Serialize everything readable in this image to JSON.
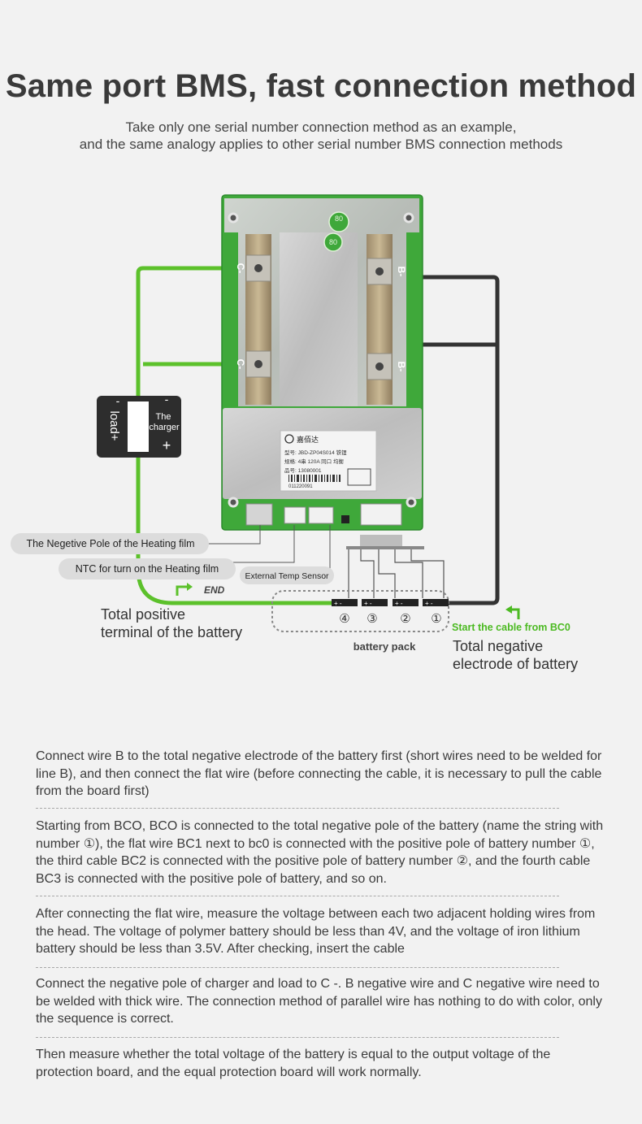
{
  "title": "Same port BMS, fast connection method",
  "subtitle_line1": "Take only one serial number connection method as an example,",
  "subtitle_line2": "and the same analogy applies to other serial number BMS connection methods",
  "board": {
    "terminal_c1": "C-",
    "terminal_c2": "C-",
    "terminal_b1": "B-",
    "terminal_b2": "B-",
    "sticker_80a": "80",
    "sticker_80b": "80",
    "label_brand": "嘉佰达",
    "label_model": "型号: JBD-ZP04S014  铁锂",
    "label_spec": "规格: 4串 120A  同口 均衡",
    "label_part": "品号: 13080001",
    "label_barcode": "011220091"
  },
  "load_box": {
    "minus_left": "-",
    "load_text": "load+",
    "minus_right": "-",
    "charger_line1": "The",
    "charger_line2": "charger",
    "plus_right": "+"
  },
  "tags": {
    "heating_neg": "The Negetive Pole of the Heating film",
    "ntc": "NTC for turn on the Heating film",
    "ext_temp": "External Temp Sensor"
  },
  "end_label": "END",
  "positive_line1": "Total positive",
  "positive_line2": "terminal of the battery",
  "battery_pack_label": "battery pack",
  "battery_numbers": [
    "④",
    "③",
    "②",
    "①"
  ],
  "start_label": "Start the cable from BC0",
  "negative_line1": "Total negative",
  "negative_line2": "electrode of battery",
  "instructions": [
    "Connect wire B to the total negative electrode of the battery first (short wires need to be welded for line B), and then connect the flat wire (before connecting the cable, it is necessary to pull the cable from the board first)",
    "Starting from BCO, BCO is connected to the total negative pole of the battery (name the string with number ①), the flat wire BC1 next to bc0 is connected with the positive pole of battery number ①, the third cable BC2 is connected with the positive pole of battery number ②, and the fourth cable BC3 is connected with the positive pole of battery, and so on.",
    "After connecting the flat wire, measure the voltage between each two adjacent holding wires from the head. The voltage of polymer battery should be less than 4V, and the voltage of iron lithium battery should be less than 3.5V. After checking, insert the cable",
    "Connect the negative pole of charger and load to C -. B negative wire and C negative wire need to be welded with thick wire. The connection method of parallel wire has nothing to do with color, only the sequence is correct.",
    "Then measure whether the total voltage of the battery is equal to the output voltage of the protection board, and the equal protection board will work normally."
  ],
  "colors": {
    "wire_green": "#5cc12b",
    "wire_black": "#333333",
    "pcb_green": "#3fa83a",
    "start_green": "#4cba22"
  }
}
